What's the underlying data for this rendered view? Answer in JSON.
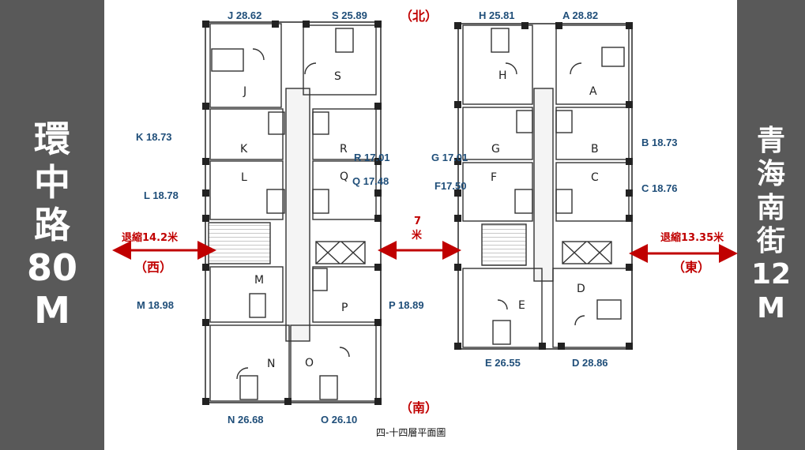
{
  "left_road": {
    "chars": [
      "環",
      "中",
      "路",
      "80",
      "M"
    ]
  },
  "right_road": {
    "chars": [
      "青",
      "海",
      "南",
      "街",
      "12",
      "M"
    ]
  },
  "directions": {
    "north": "（北）",
    "south": "（南）",
    "west": "（西）",
    "east": "（東）"
  },
  "setbacks": {
    "west": "退縮14.2米",
    "east": "退縮13.35米",
    "gap_num": "7",
    "gap_unit": "米"
  },
  "units_left": [
    {
      "label": "J 28.62"
    },
    {
      "label": "S 25.89"
    },
    {
      "label": "K 18.73"
    },
    {
      "label": "R 17.01"
    },
    {
      "label": "L 18.78"
    },
    {
      "label": "Q 17.48"
    },
    {
      "label": "M 18.98"
    },
    {
      "label": "P 18.89"
    },
    {
      "label": "N 26.68"
    },
    {
      "label": "O 26.10"
    }
  ],
  "units_right": [
    {
      "label": "H 25.81"
    },
    {
      "label": "A 28.82"
    },
    {
      "label": "G 17.01"
    },
    {
      "label": "B 18.73"
    },
    {
      "label": "F17.50"
    },
    {
      "label": "C 18.76"
    },
    {
      "label": "E 26.55"
    },
    {
      "label": "D 28.86"
    }
  ],
  "room_letters": [
    "J",
    "S",
    "K",
    "R",
    "L",
    "Q",
    "M",
    "P",
    "N",
    "O",
    "H",
    "A",
    "G",
    "B",
    "F",
    "C",
    "E",
    "D"
  ],
  "caption": "四-十四層平面圖",
  "colors": {
    "arrow": "#c00000",
    "label": "#1f4e79",
    "side_band": "#595959"
  }
}
